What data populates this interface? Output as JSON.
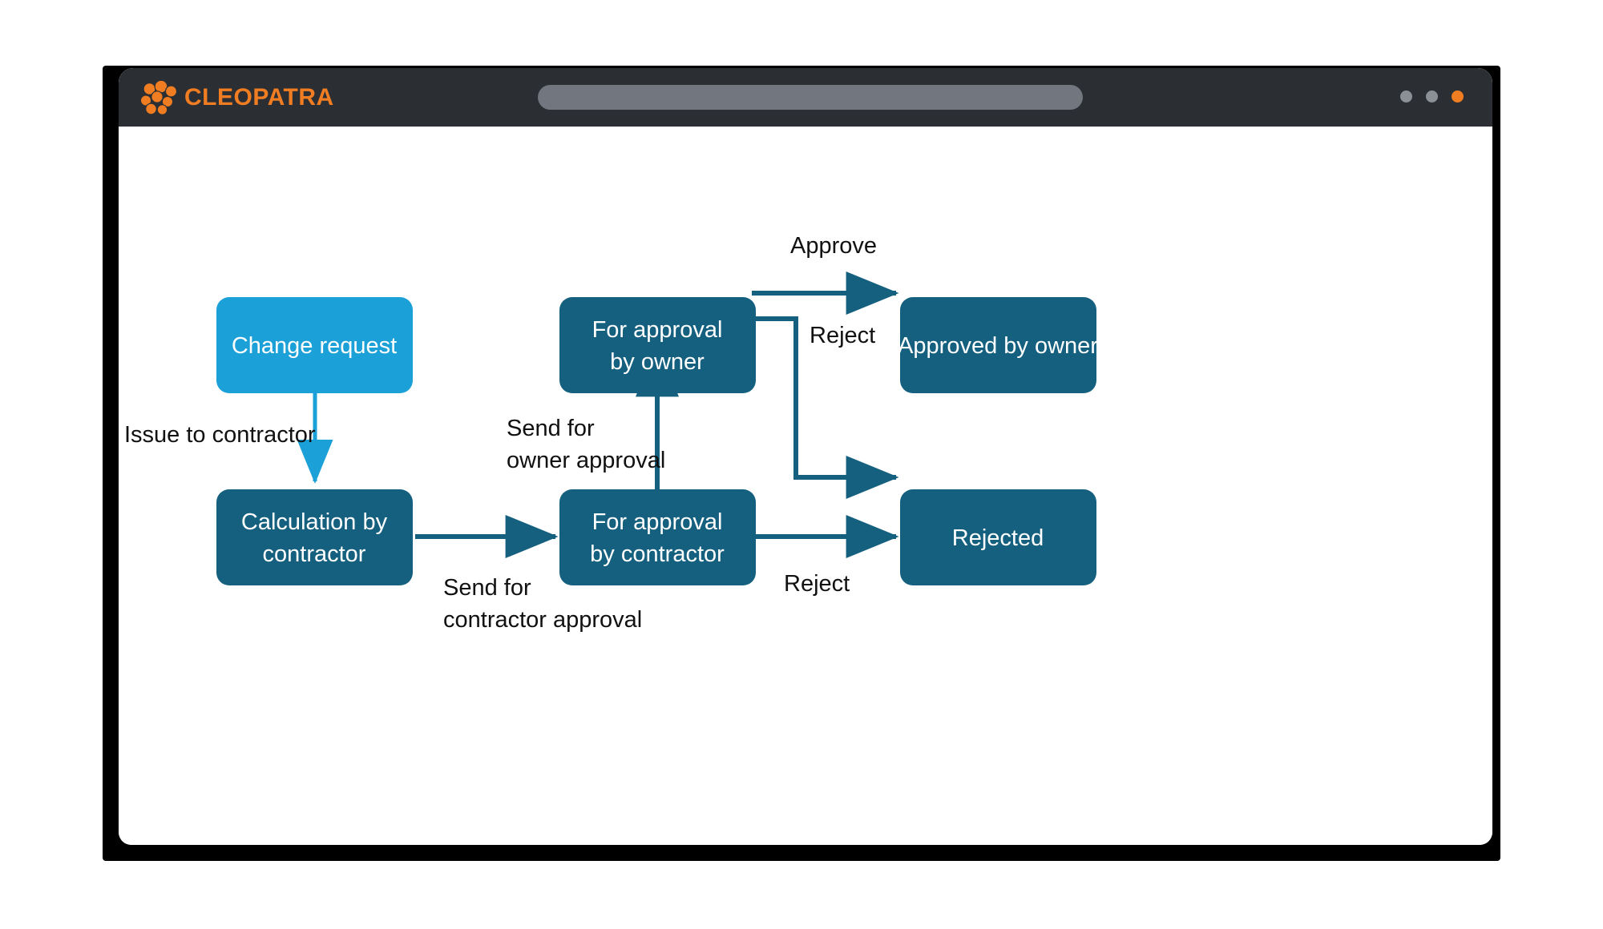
{
  "browser": {
    "brand_name": "CLEOPATRA",
    "logo_icon": "flower-dots-icon",
    "address_value": "",
    "address_placeholder": "",
    "window_buttons": [
      {
        "name": "minimize-dot",
        "color": "#8b8f96"
      },
      {
        "name": "maximize-dot",
        "color": "#8b8f96"
      },
      {
        "name": "close-dot",
        "color": "#f07d22"
      }
    ],
    "titlebar_color": "#2b2e33",
    "accent_color": "#f07d22"
  },
  "diagram": {
    "title": "",
    "colors": {
      "start_node": "#1ba0d8",
      "node": "#15607f",
      "start_edge": "#1ba0d8",
      "edge": "#15607f",
      "label_text": "#111111",
      "node_text": "#ffffff"
    },
    "nodes": [
      {
        "id": "change_request",
        "label": "Change request",
        "label_lines": [
          "Change request"
        ],
        "color": "#1ba0d8"
      },
      {
        "id": "calculation",
        "label": "Calculation by contractor",
        "label_lines": [
          "Calculation by",
          "contractor"
        ],
        "color": "#15607f"
      },
      {
        "id": "for_approval_contractor",
        "label": "For approval by contractor",
        "label_lines": [
          "For approval",
          "by contractor"
        ],
        "color": "#15607f"
      },
      {
        "id": "for_approval_owner",
        "label": "For approval by owner",
        "label_lines": [
          "For approval",
          "by owner"
        ],
        "color": "#15607f"
      },
      {
        "id": "approved_by_owner",
        "label": "Approved by owner",
        "label_lines": [
          "Approved by owner"
        ],
        "color": "#15607f"
      },
      {
        "id": "rejected",
        "label": "Rejected",
        "label_lines": [
          "Rejected"
        ],
        "color": "#15607f"
      }
    ],
    "edges": [
      {
        "id": "e1",
        "from": "change_request",
        "to": "calculation",
        "label": "Issue to contractor",
        "label_lines": [
          "Issue to contractor"
        ],
        "color": "#1ba0d8"
      },
      {
        "id": "e2",
        "from": "calculation",
        "to": "for_approval_contractor",
        "label": "Send for contractor approval",
        "label_lines": [
          "Send for",
          "contractor approval"
        ],
        "color": "#15607f"
      },
      {
        "id": "e3",
        "from": "for_approval_contractor",
        "to": "for_approval_owner",
        "label": "Send for owner approval",
        "label_lines": [
          "Send for",
          "owner approval"
        ],
        "color": "#15607f"
      },
      {
        "id": "e4",
        "from": "for_approval_owner",
        "to": "approved_by_owner",
        "label": "Approve",
        "label_lines": [
          "Approve"
        ],
        "color": "#15607f"
      },
      {
        "id": "e5",
        "from": "for_approval_owner",
        "to": "rejected",
        "label": "Reject",
        "label_lines": [
          "Reject"
        ],
        "color": "#15607f"
      },
      {
        "id": "e6",
        "from": "for_approval_contractor",
        "to": "rejected",
        "label": "Reject",
        "label_lines": [
          "Reject"
        ],
        "color": "#15607f"
      }
    ]
  }
}
